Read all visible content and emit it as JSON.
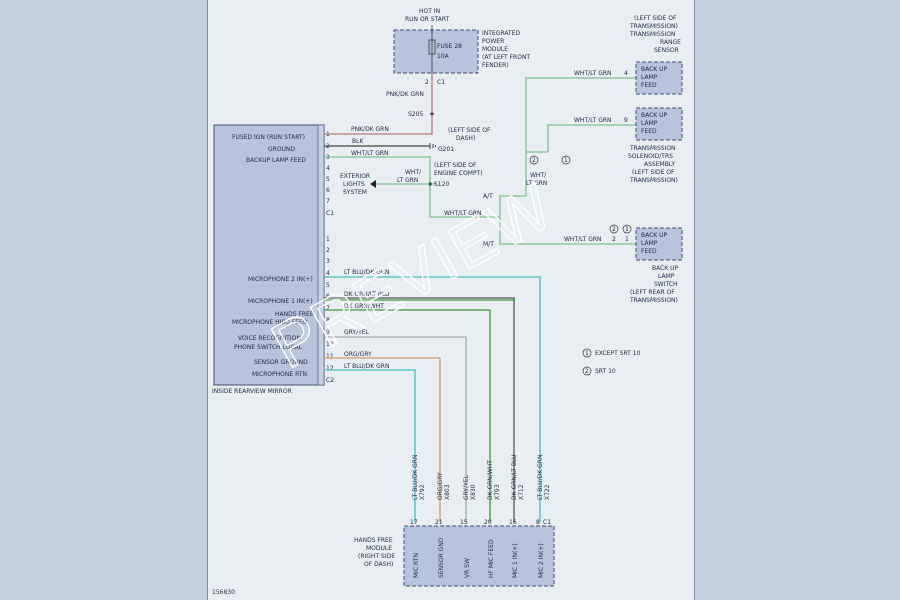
{
  "watermark": "PREVIEW",
  "fuse_module": {
    "hot_label_1": "HOT IN",
    "hot_label_2": "RUN OR START",
    "fuse_line_1": "FUSE 28",
    "fuse_line_2": "10A",
    "module_lines": [
      "INTEGRATED",
      "POWER",
      "MODULE",
      "(AT LEFT FRONT",
      "FENDER)"
    ],
    "connector": "C1",
    "pin": "2"
  },
  "splices": {
    "s205": "S205",
    "s120": "S120",
    "g201": "G201",
    "g201_note": [
      "(LEFT SIDE OF",
      "DASH)"
    ],
    "s120_note": [
      "(LEFT SIDE OF",
      "ENGINE COMPT)"
    ]
  },
  "wire_colors": {
    "pnk_dk_grn": "PNK/DK GRN",
    "blk": "BLK",
    "wht_lt_grn": "WHT/LT GRN",
    "wht_lt_grn_split": [
      "WHT/",
      "LT GRN"
    ],
    "lt_blu_dk_grn": "LT BLU/DK GRN",
    "dk_grn_lt_blu": "DK GRN/LT BLU",
    "dk_grn_wht": "DK GRN/WHT",
    "gry_yel": "GRY/YEL",
    "org_gry": "ORG/GRY"
  },
  "exterior_lights": [
    "EXTERIOR",
    "LIGHTS",
    "SYSTEM"
  ],
  "mirror": {
    "name": "INSIDE REARVIEW MIRROR",
    "connector_1": "C1",
    "connector_2": "C2",
    "pins_c1": [
      {
        "pin": "1",
        "label": "FUSED IGN (RUN START)"
      },
      {
        "pin": "2",
        "label": "GROUND"
      },
      {
        "pin": "3",
        "label": "BACKUP LAMP FEED"
      },
      {
        "pin": "4",
        "label": ""
      },
      {
        "pin": "5",
        "label": ""
      },
      {
        "pin": "6",
        "label": ""
      },
      {
        "pin": "7",
        "label": ""
      }
    ],
    "pins_c2": [
      {
        "pin": "1",
        "label": ""
      },
      {
        "pin": "2",
        "label": ""
      },
      {
        "pin": "3",
        "label": ""
      },
      {
        "pin": "4",
        "label": "MICROPHONE 2 IN(+)"
      },
      {
        "pin": "5",
        "label": ""
      },
      {
        "pin": "6",
        "label": "MICROPHONE 1 IN(+)"
      },
      {
        "pin": "7",
        "label": "HANDS FREE"
      },
      {
        "pin": "8",
        "label": "MICROPHONE HISO FEED"
      },
      {
        "pin": "9",
        "label": "VOICE RECOGNITION"
      },
      {
        "pin": "10",
        "label": "PHONE SWITCH LOCAL"
      },
      {
        "pin": "11",
        "label": "SENSOR GROUND"
      },
      {
        "pin": "12",
        "label": "MICROPHONE RTN"
      }
    ]
  },
  "transmission": {
    "at": "A/T",
    "mt": "M/T",
    "range_sensor": [
      "(LEFT SIDE OF",
      "TRANSMISSION)",
      "TRANSMISSION",
      "RANGE",
      "SENSOR"
    ],
    "solenoid": [
      "TRANSMISSION",
      "SOLENOID/TRS",
      "ASSEMBLY",
      "(LEFT SIDE OF",
      "TRANSMISSION)"
    ],
    "backup_switch": [
      "BACK UP",
      "LAMP",
      "SWITCH",
      "(LEFT REAR OF",
      "TRANSMISSION)"
    ],
    "backup_lamp_feed": [
      "BACK UP",
      "LAMP",
      "FEED"
    ],
    "pin_4": "4",
    "pin_9": "9",
    "pin_2": "2",
    "pin_1": "1"
  },
  "legend": [
    {
      "num": "1",
      "text": "EXCEPT SRT 10"
    },
    {
      "num": "2",
      "text": "SRT 10"
    }
  ],
  "hands_free": {
    "name": [
      "HANDS FREE",
      "MODULE",
      "(RIGHT SIDE",
      "OF DASH)"
    ],
    "connector": "C1",
    "pins": [
      "17",
      "21",
      "15",
      "20",
      "16",
      "8"
    ],
    "circuits": [
      "X792",
      "X803",
      "X830",
      "X793",
      "X712",
      "X722"
    ],
    "wire_labels": [
      "LT BLU/DK GRN",
      "ORG/GRY",
      "GRY/YEL",
      "DK GRN/WHT",
      "DK GRN/LT BLU",
      "LT BLU/DK GRN"
    ],
    "pin_labels": [
      "MIC RTN",
      "SENSOR GND",
      "VR SW",
      "HF MIC FEED",
      "MIC 1 IN(+)",
      "MIC 2 IN(+)"
    ]
  },
  "figure_id": "156830",
  "colors": {
    "wire_mic": "#43c2bf",
    "box_fill": "#b8c3dd",
    "page_bg": "#c3d0de"
  }
}
